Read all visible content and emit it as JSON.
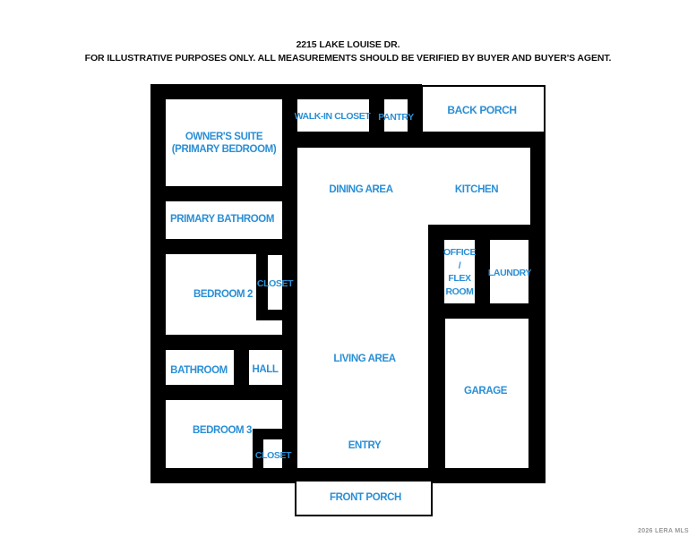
{
  "header": {
    "address": "2215 LAKE LOUISE DR.",
    "disclaimer": "FOR ILLUSTRATIVE PURPOSES ONLY. ALL MEASUREMENTS SHOULD BE VERIFIED BY BUYER AND BUYER'S AGENT."
  },
  "colors": {
    "wall": "#000000",
    "label": "#2a8fd6",
    "background": "#ffffff"
  },
  "rooms": {
    "owners_suite": "OWNER'S SUITE\n(PRIMARY BEDROOM)",
    "owners_suite_line1": "OWNER'S SUITE",
    "owners_suite_line2": "(PRIMARY BEDROOM)",
    "walk_in_closet": "WALK-IN CLOSET",
    "pantry": "PANTRY",
    "back_porch": "BACK PORCH",
    "dining_area": "DINING AREA",
    "kitchen": "KITCHEN",
    "primary_bathroom": "PRIMARY BATHROOM",
    "bedroom2": "BEDROOM 2",
    "closet_bed2": "CLOSET",
    "office_line1": "OFFICE",
    "office_line2": "/",
    "office_line3": "FLEX",
    "office_line4": "ROOM",
    "laundry": "LAUNDRY",
    "living_area": "LIVING AREA",
    "bathroom": "BATHROOM",
    "hall": "HALL",
    "garage": "GARAGE",
    "bedroom3": "BEDROOM 3",
    "closet_bed3": "CLOSET",
    "entry": "ENTRY",
    "front_porch": "FRONT PORCH"
  },
  "watermark": "2026 LERA MLS"
}
